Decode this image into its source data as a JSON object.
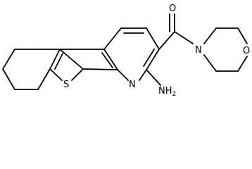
{
  "molecule": {
    "atom_labels": {
      "ketone_oxygen": "O",
      "morpholine_nitrogen": "N",
      "morpholine_oxygen": "O",
      "pyridine_nitrogen": "N",
      "thiophene_sulfur": "S",
      "amine_symbol": "NH",
      "amine_subscript": "2"
    },
    "colors": {
      "bond": "#000000",
      "label": "#000000",
      "background": "#ffffff"
    }
  }
}
